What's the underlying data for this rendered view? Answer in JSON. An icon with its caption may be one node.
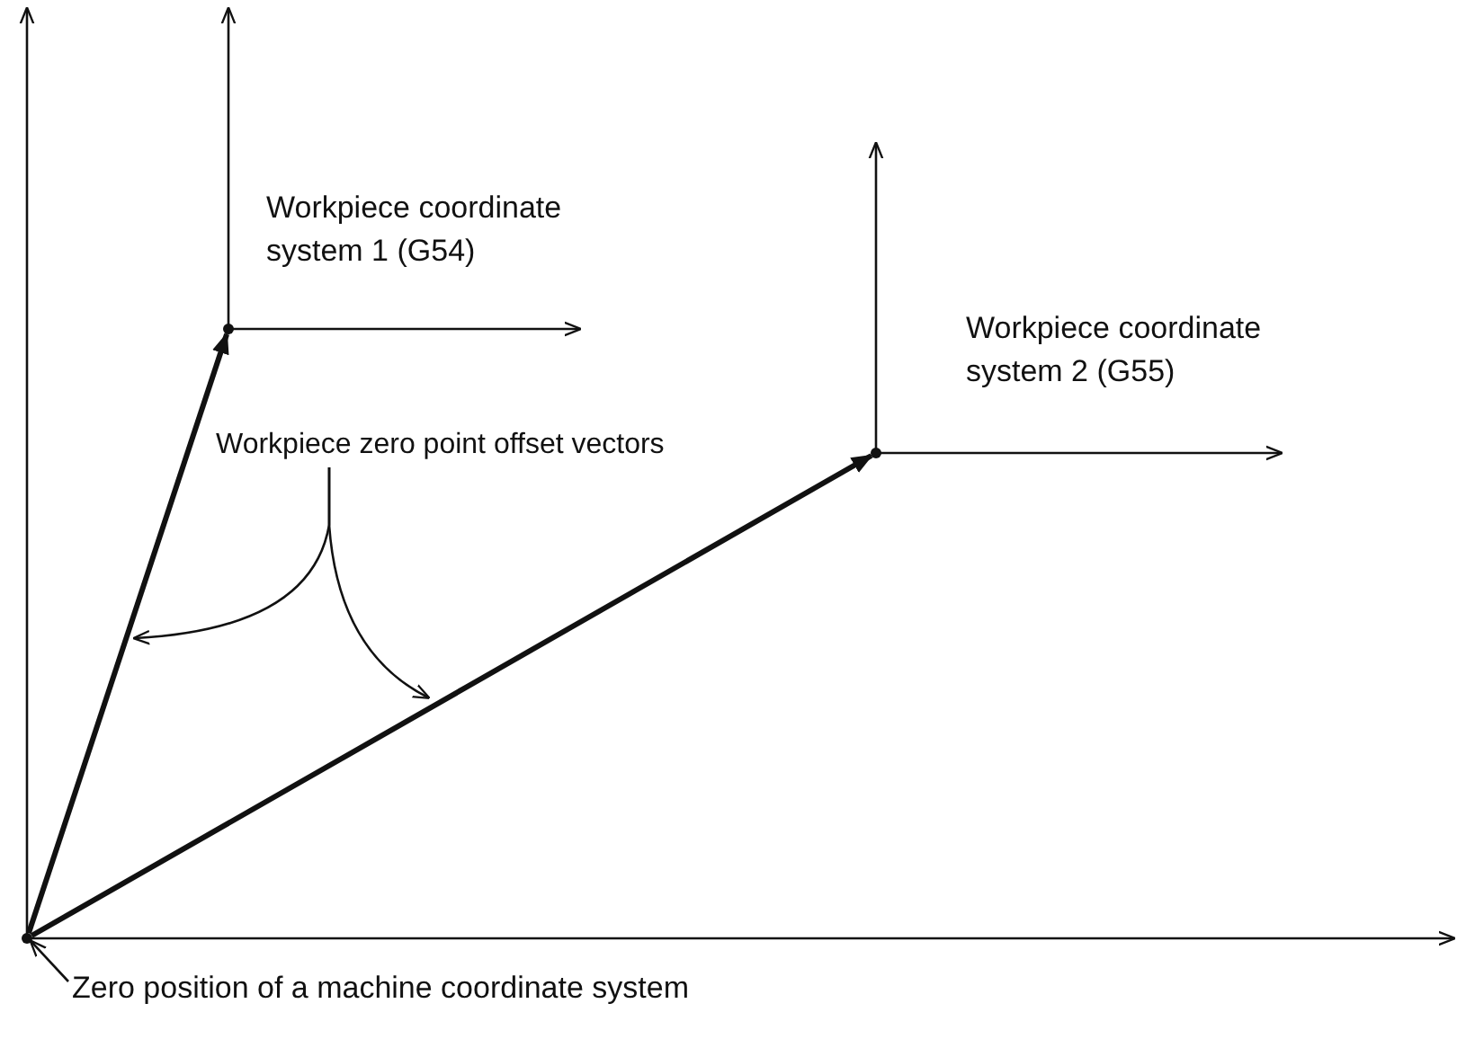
{
  "diagram": {
    "nodes": [
      {
        "text": [],
        "shape": "point"
      },
      {
        "text": [],
        "shape": "point"
      },
      {
        "text": [],
        "shape": "point"
      },
      {
        "text": [
          "Workpiece zero point offset vectors"
        ]
      },
      {
        "text": [
          "Zero position of a machine coordinate system"
        ]
      }
    ],
    "edges": [
      {
        "from": 0,
        "to": 1,
        "arrow": "to",
        "style": "thick"
      },
      {
        "from": 0,
        "to": 2,
        "arrow": "to",
        "style": "thick"
      },
      {
        "from": 3,
        "to": null,
        "arrow": "to"
      },
      {
        "from": 3,
        "to": null,
        "arrow": "to"
      },
      {
        "from": 4,
        "to": 0,
        "arrow": "to"
      }
    ],
    "labels": [
      "Workpiece coordinate system 1 (G54)",
      "Workpiece coordinate system 2 (G55)"
    ]
  }
}
